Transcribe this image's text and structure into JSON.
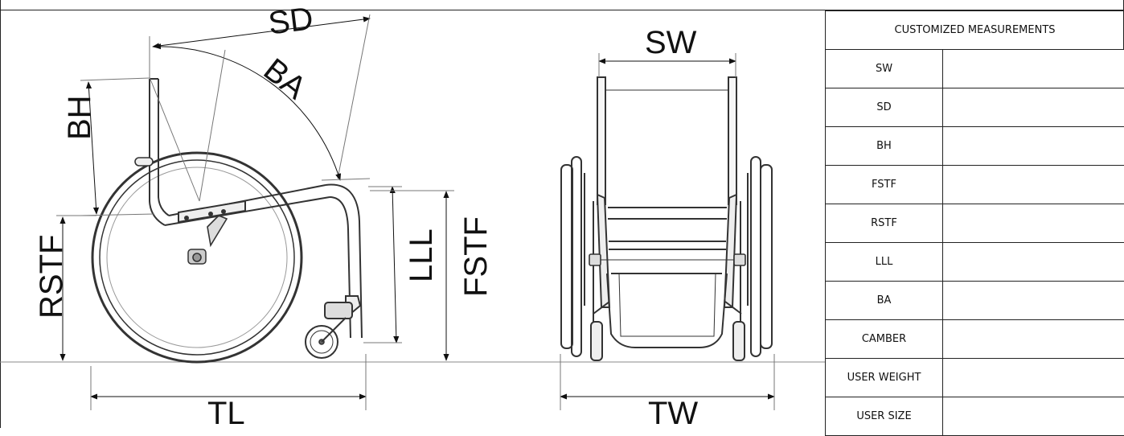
{
  "side_view": {
    "labels": {
      "sd": "SD",
      "ba": "BA",
      "bh": "BH",
      "rstf": "RSTF",
      "lll": "LLL",
      "fstf": "FSTF",
      "tl": "TL"
    }
  },
  "front_view": {
    "labels": {
      "sw": "SW",
      "tw": "TW"
    }
  },
  "table": {
    "header": "CUSTOMIZED MEASUREMENTS",
    "rows": [
      {
        "label": "SW",
        "value": ""
      },
      {
        "label": "SD",
        "value": ""
      },
      {
        "label": "BH",
        "value": ""
      },
      {
        "label": "FSTF",
        "value": ""
      },
      {
        "label": "RSTF",
        "value": ""
      },
      {
        "label": "LLL",
        "value": ""
      },
      {
        "label": "BA",
        "value": ""
      },
      {
        "label": "CAMBER",
        "value": ""
      },
      {
        "label": "USER WEIGHT",
        "value": ""
      },
      {
        "label": "USER SIZE",
        "value": ""
      }
    ]
  }
}
